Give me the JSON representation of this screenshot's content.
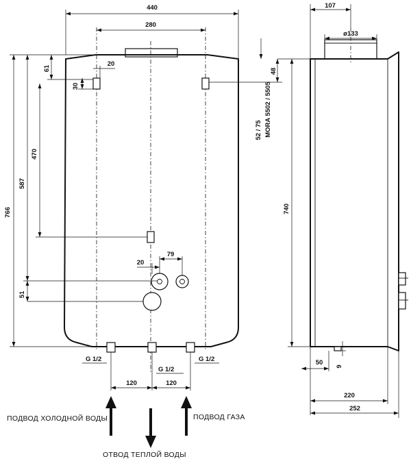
{
  "dimensions": {
    "front_width": "440",
    "front_inner_width": "280",
    "front_height_total": "766",
    "front_height_587": "587",
    "front_height_470": "470",
    "top_offset_61": "61",
    "mount_hole_30": "30",
    "mount_hole_20": "20",
    "gas_offset_20": "20",
    "gas_spacing_79": "79",
    "lower_51": "51",
    "pipe_spacing_left": "120",
    "pipe_spacing_right": "120",
    "thread_left": "G 1/2",
    "thread_center": "G 1/2",
    "thread_right": "G 1/2",
    "side_depth_top": "107",
    "flue_diameter": "ø133",
    "side_offset_48": "48",
    "side_height_740": "740",
    "side_bottom_50": "50",
    "side_bottom_9": "9",
    "side_depth_220": "220",
    "side_depth_252": "252",
    "model_ratio": "52 / 75",
    "model_name": "MORA 5502 / 5505"
  },
  "labels": {
    "cold_water_supply": "ПОДВОД ХОЛОДНОЙ ВОДЫ",
    "gas_supply": "ПОДВОД ГАЗА",
    "hot_water_outlet": "ОТВОД ТЕПЛОЙ ВОДЫ"
  }
}
